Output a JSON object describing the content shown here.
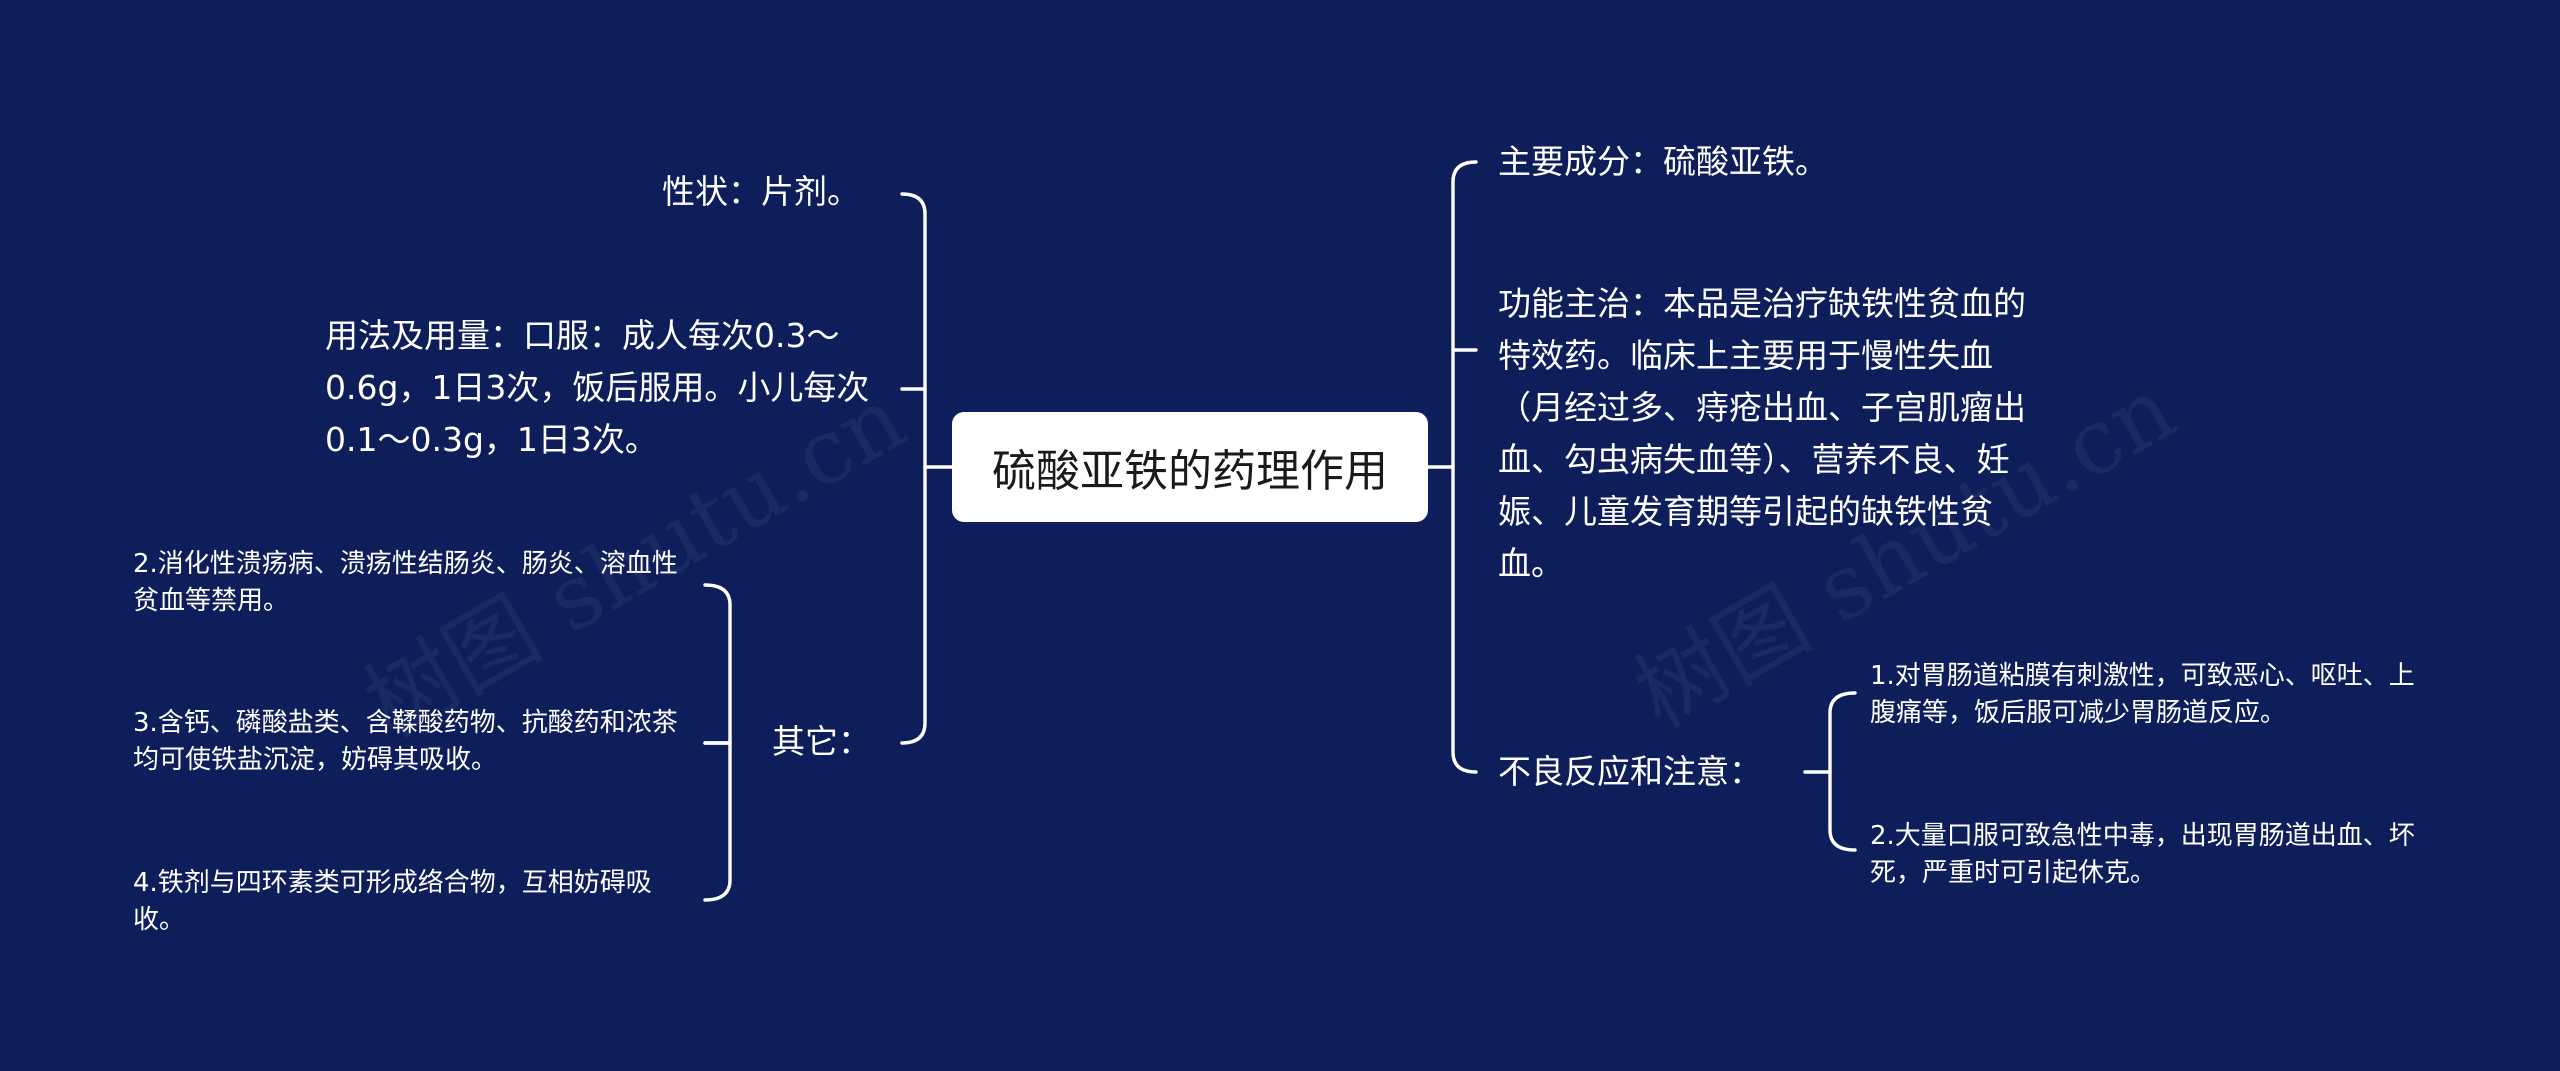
{
  "root": {
    "label": "硫酸亚铁的药理作用"
  },
  "left": {
    "appearance": "性状：片剂。",
    "dosage": "用法及用量：口服：成人每次0.3～0.6g，1日3次，饭后服用。小儿每次0.1～0.3g，1日3次。",
    "other": {
      "label": "其它：",
      "items": [
        "2.消化性溃疡病、溃疡性结肠炎、肠炎、溶血性贫血等禁用。",
        "3.含钙、磷酸盐类、含鞣酸药物、抗酸药和浓茶均可使铁盐沉淀，妨碍其吸收。",
        "4.铁剂与四环素类可形成络合物，互相妨碍吸收。"
      ]
    }
  },
  "right": {
    "ingredient": "主要成分：硫酸亚铁。",
    "indication": "功能主治：本品是治疗缺铁性贫血的特效药。临床上主要用于慢性失血（月经过多、痔疮出血、子宫肌瘤出血、勾虫病失血等）、营养不良、妊娠、儿童发育期等引起的缺铁性贫血。",
    "adverse": {
      "label": "不良反应和注意：",
      "items": [
        "1.对胃肠道粘膜有刺激性，可致恶心、呕吐、上腹痛等，饭后服可减少胃肠道反应。",
        "2.大量口服可致急性中毒，出现胃肠道出血、坏死，严重时可引起休克。"
      ]
    }
  },
  "watermark": "树图 shutu.cn"
}
